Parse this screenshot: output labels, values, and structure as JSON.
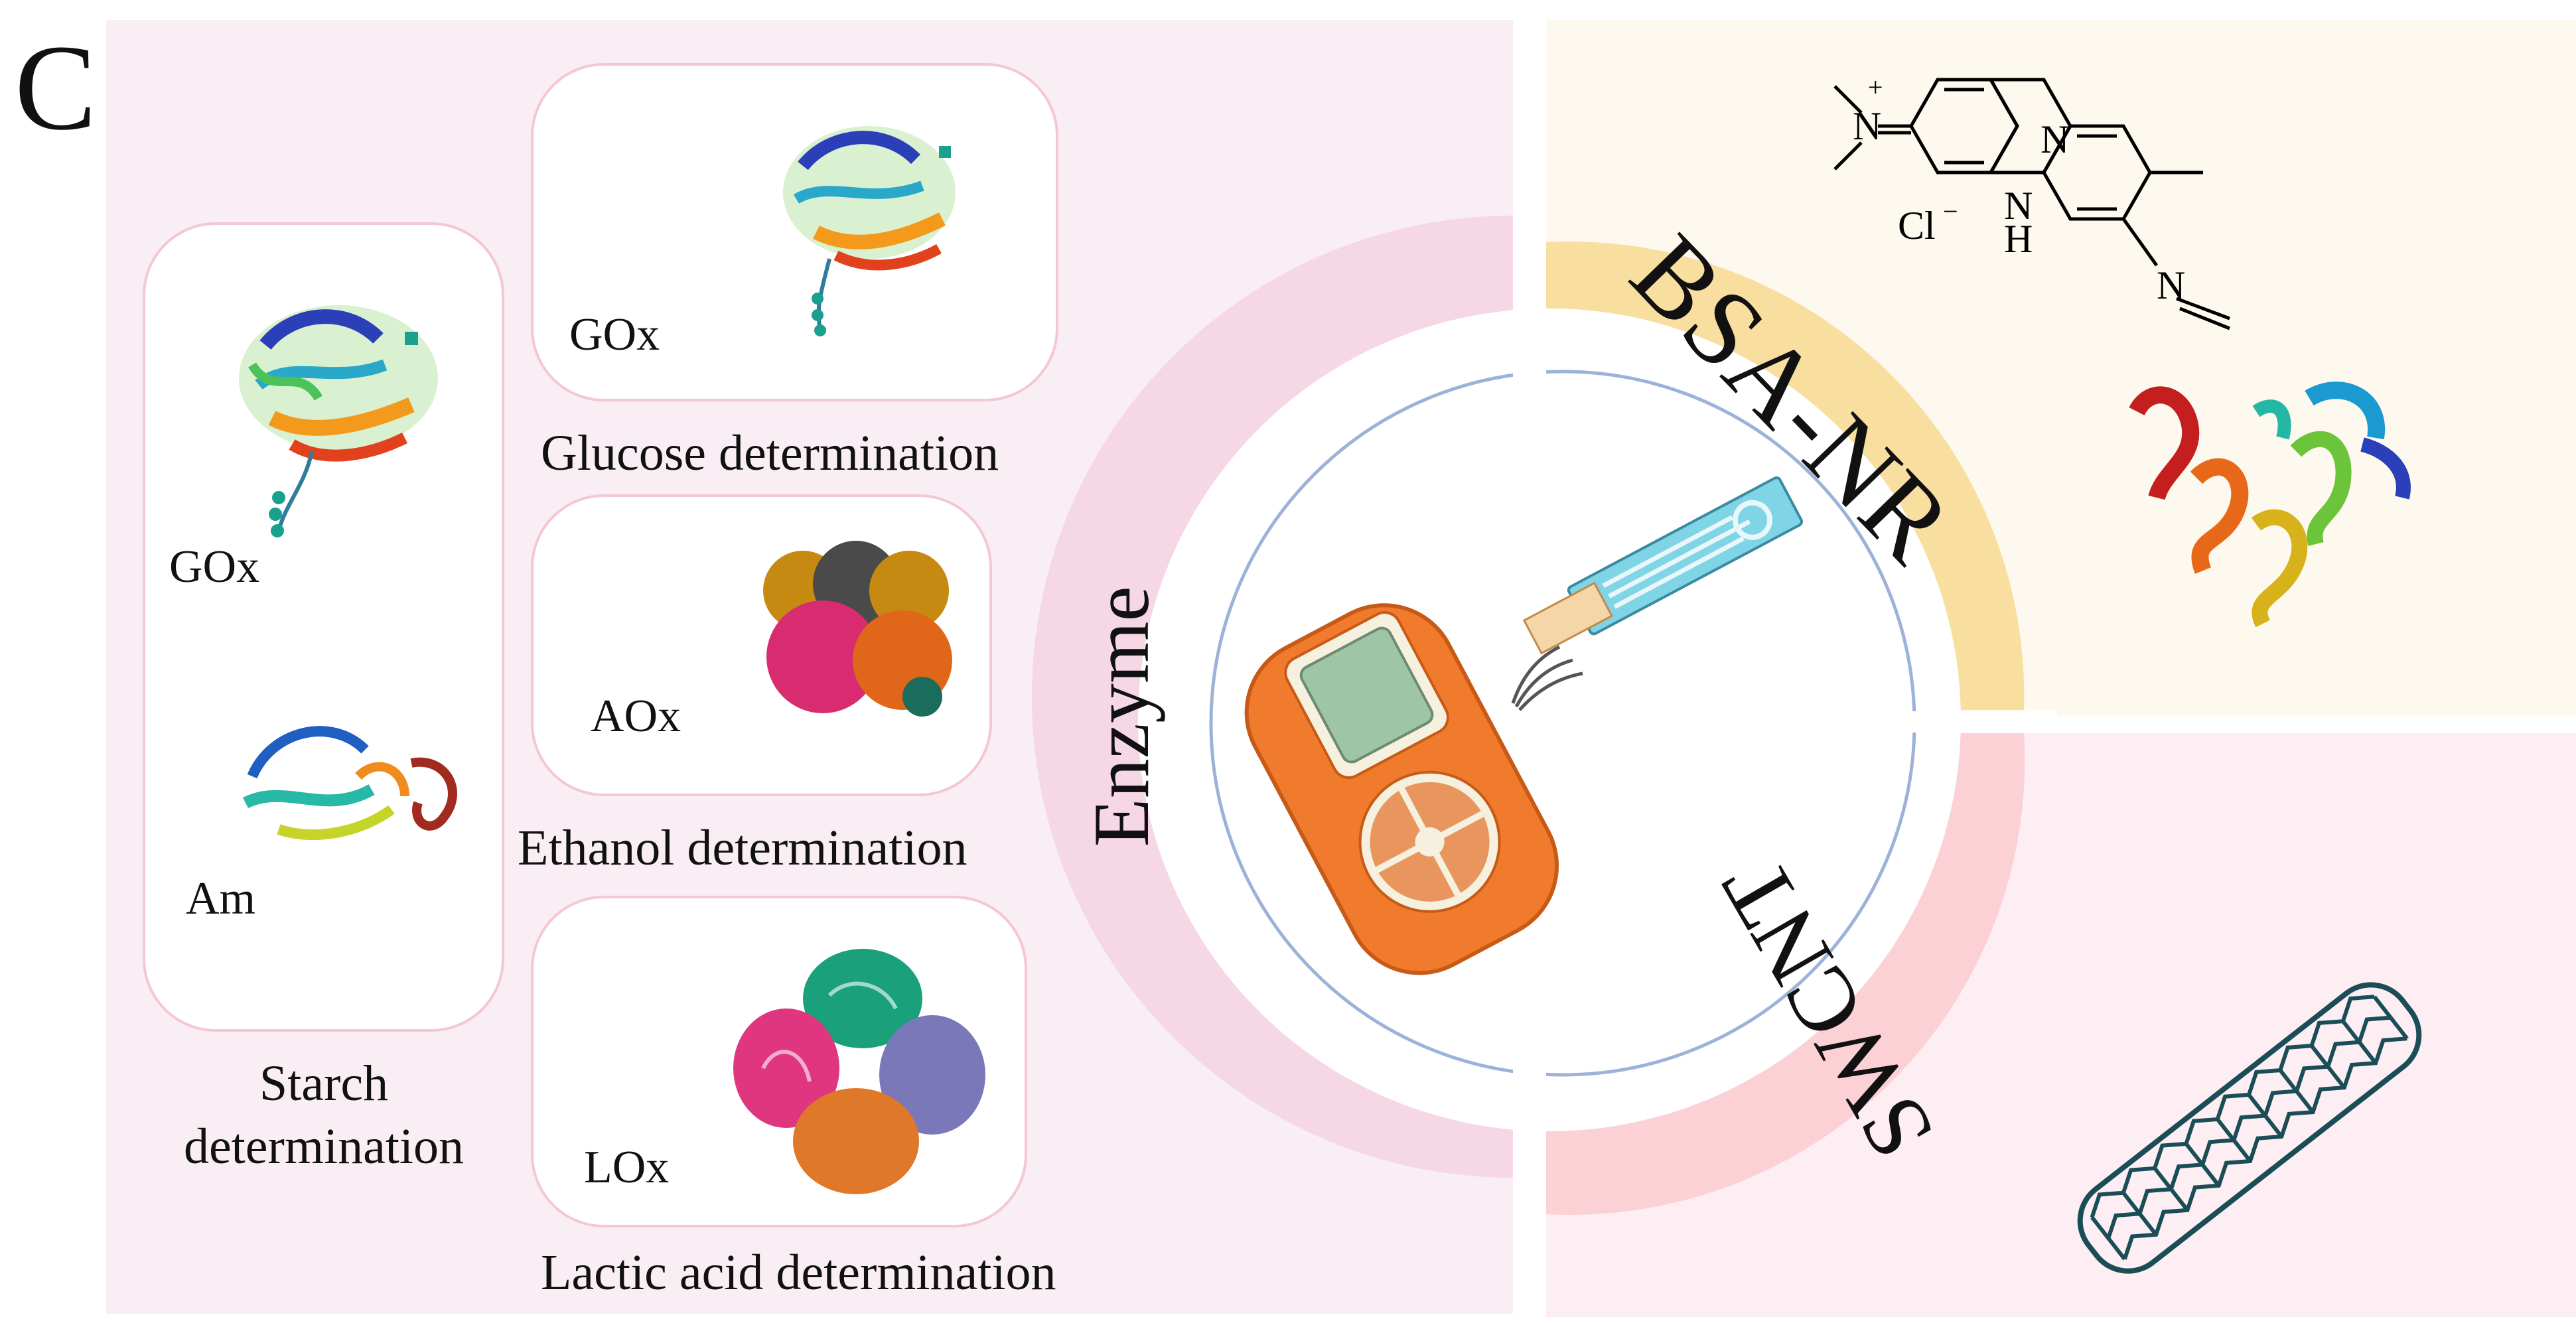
{
  "panel_label": "C",
  "colors": {
    "left_bg": "#f8eef4",
    "right_top_bg": "#fdf9ef",
    "right_bottom_bg": "#fdeef3",
    "enzyme_ring": "#f6d7e6",
    "bsa_ring": "#f8dfa0",
    "swcnt_ring": "#fbd1d6",
    "card_border": "#f4c6d6",
    "device_orange": "#f07b2c",
    "nanotube": "#1b4d57"
  },
  "ring_labels": {
    "enzyme": "Enzyme",
    "bsa": "BSA-NR",
    "swcnt": "SWCNT"
  },
  "cards": {
    "starch": {
      "enzyme1": "GOx",
      "enzyme2": "Am",
      "caption_line1": "Starch",
      "caption_line2": "determination"
    },
    "glucose": {
      "enzyme": "GOx",
      "caption": "Glucose determination"
    },
    "ethanol": {
      "enzyme": "AOx",
      "caption": "Ethanol determination"
    },
    "lactic": {
      "enzyme": "LOx",
      "caption": "Lactic acid determination"
    }
  },
  "molecule": {
    "counter_ion": "Cl",
    "counter_ion_charge": "−",
    "ring_n": "N",
    "nh_n": "N",
    "nh_h": "H",
    "imine_n": "N",
    "plus": "+"
  },
  "icons": [
    "protein-ribbon-icon",
    "protein-surface-icon",
    "glucometer-device-icon",
    "nanotube-icon"
  ]
}
